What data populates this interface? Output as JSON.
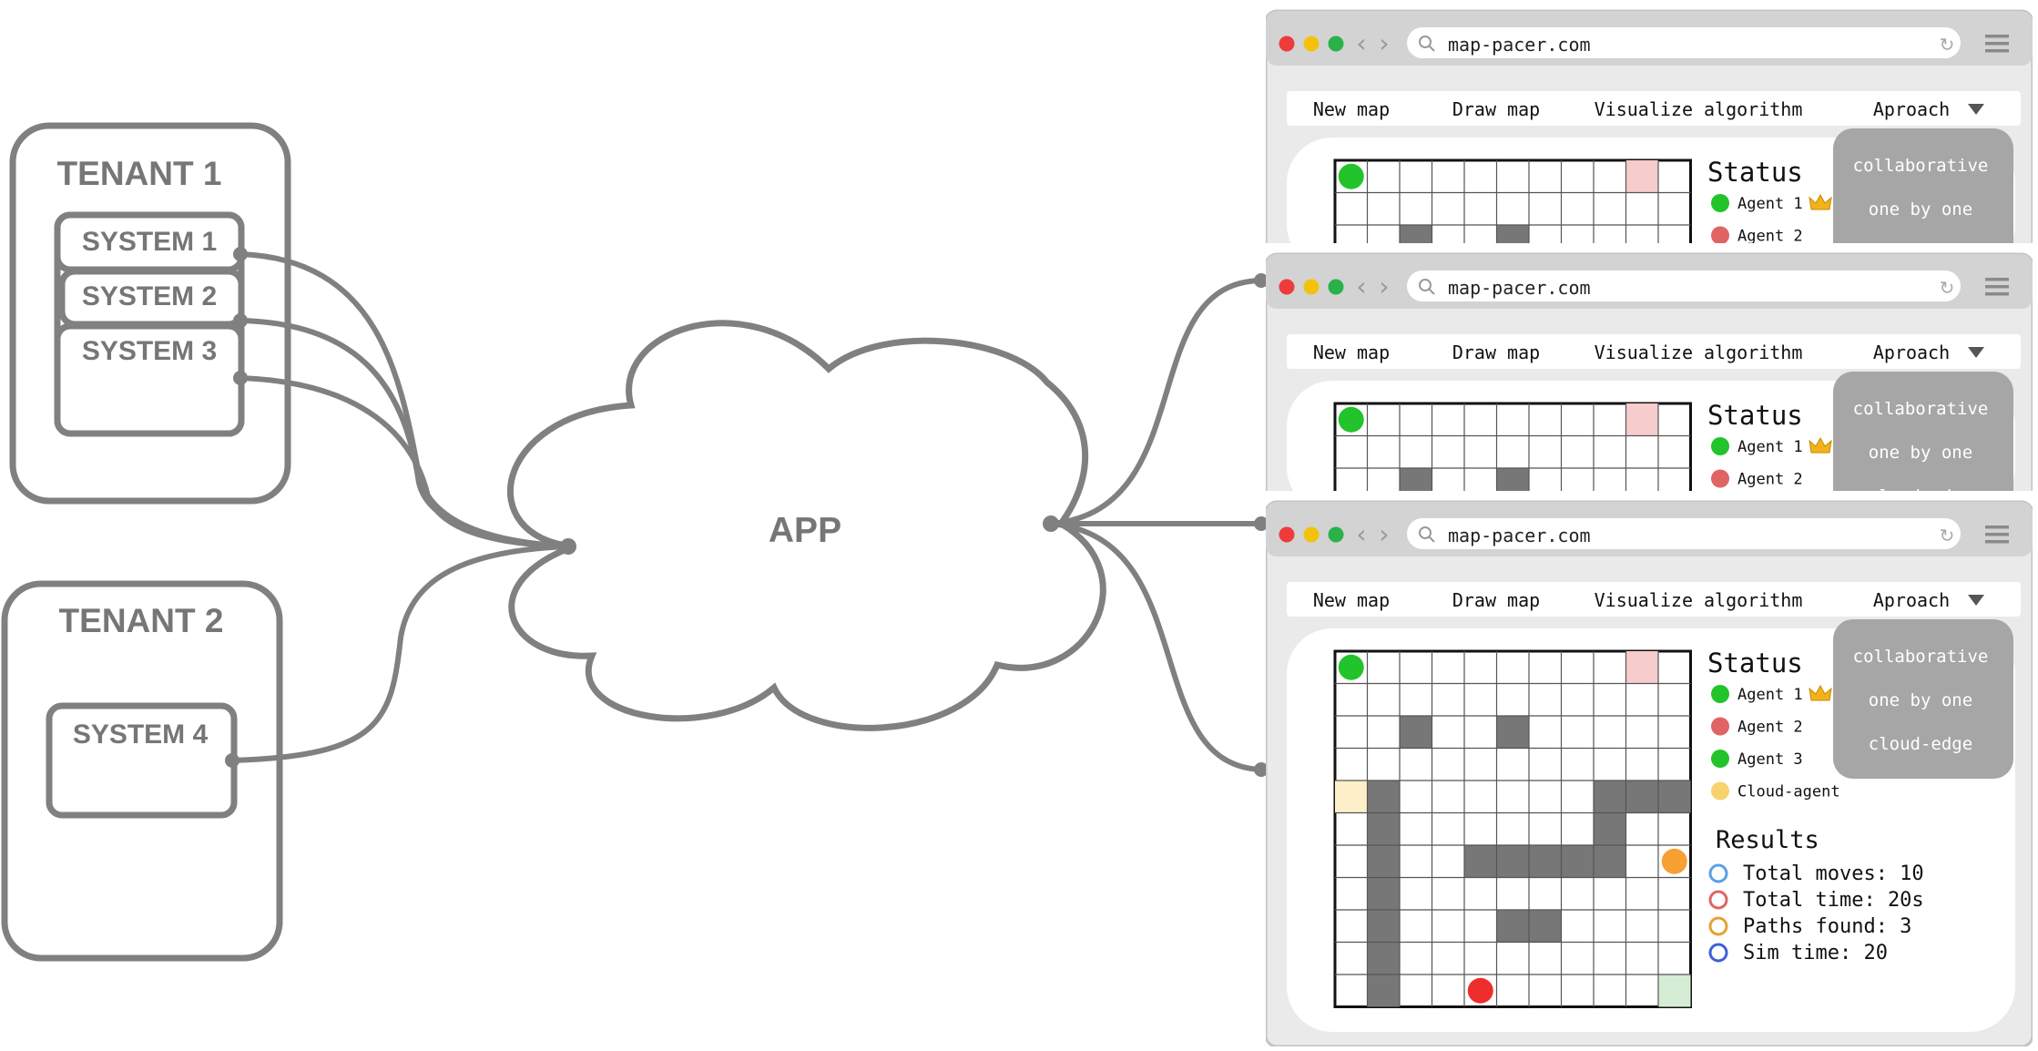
{
  "tenants": [
    {
      "label": "TENANT 1",
      "systems": [
        "SYSTEM 1",
        "SYSTEM 2",
        "SYSTEM 3"
      ]
    },
    {
      "label": "TENANT 2",
      "systems": [
        "SYSTEM 4"
      ]
    }
  ],
  "app": {
    "label": "APP"
  },
  "browser": {
    "url": "map-pacer.com",
    "menu": [
      "New map",
      "Draw map",
      "Visualize algorithm",
      "Aproach"
    ],
    "status_title": "Status",
    "agents": [
      {
        "name": "Agent 1",
        "color": "#22c32b",
        "crown": true
      },
      {
        "name": "Agent 2",
        "color": "#e06464",
        "crown": false
      },
      {
        "name": "Agent 3",
        "color": "#22c32b",
        "crown": false
      },
      {
        "name": "Cloud-agent",
        "color": "#f7d26e",
        "crown": false
      }
    ],
    "approach_options": [
      "collaborative",
      "one by one",
      "cloud-edge"
    ],
    "results_title": "Results",
    "results": [
      {
        "icon": "footsteps-icon",
        "text": "Total moves: 10"
      },
      {
        "icon": "stopwatch-icon",
        "text": "Total time: 20s"
      },
      {
        "icon": "map-icon",
        "text": "Paths found: 3"
      },
      {
        "icon": "timer-icon",
        "text": "Sim time: 20"
      }
    ],
    "colors": {
      "obstacle": "#777777",
      "start": "#22c32b",
      "goal_pink": "#f6cccc",
      "goal_yellow": "#fdf0c8",
      "goal_green": "#d5ecd5",
      "agent_red": "#ee2d2d",
      "agent_orange": "#f7a033"
    }
  }
}
